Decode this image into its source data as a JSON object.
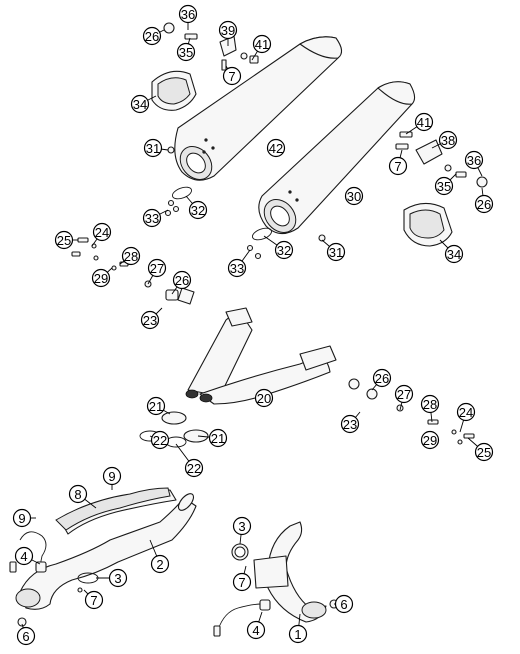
{
  "diagram": {
    "callouts": [
      {
        "id": "c36a",
        "label": "36"
      },
      {
        "id": "c26a",
        "label": "26"
      },
      {
        "id": "c35a",
        "label": "35"
      },
      {
        "id": "c39",
        "label": "39"
      },
      {
        "id": "c41a",
        "label": "41"
      },
      {
        "id": "c7a",
        "label": "7"
      },
      {
        "id": "c34a",
        "label": "34"
      },
      {
        "id": "c31a",
        "label": "31"
      },
      {
        "id": "c42",
        "label": "42"
      },
      {
        "id": "c33a",
        "label": "33"
      },
      {
        "id": "c32a",
        "label": "32"
      },
      {
        "id": "c41b",
        "label": "41"
      },
      {
        "id": "c38",
        "label": "38"
      },
      {
        "id": "c7b",
        "label": "7"
      },
      {
        "id": "c36b",
        "label": "36"
      },
      {
        "id": "c35b",
        "label": "35"
      },
      {
        "id": "c26b",
        "label": "26"
      },
      {
        "id": "c30",
        "label": "30"
      },
      {
        "id": "c25a",
        "label": "25"
      },
      {
        "id": "c24a",
        "label": "24"
      },
      {
        "id": "c28a",
        "label": "28"
      },
      {
        "id": "c29a",
        "label": "29"
      },
      {
        "id": "c27a",
        "label": "27"
      },
      {
        "id": "c26c",
        "label": "26"
      },
      {
        "id": "c23a",
        "label": "23"
      },
      {
        "id": "c33b",
        "label": "33"
      },
      {
        "id": "c32b",
        "label": "32"
      },
      {
        "id": "c31b",
        "label": "31"
      },
      {
        "id": "c34b",
        "label": "34"
      },
      {
        "id": "c20",
        "label": "20"
      },
      {
        "id": "c26d",
        "label": "26"
      },
      {
        "id": "c27b",
        "label": "27"
      },
      {
        "id": "c23b",
        "label": "23"
      },
      {
        "id": "c28b",
        "label": "28"
      },
      {
        "id": "c24b",
        "label": "24"
      },
      {
        "id": "c29b",
        "label": "29"
      },
      {
        "id": "c25b",
        "label": "25"
      },
      {
        "id": "c21a",
        "label": "21"
      },
      {
        "id": "c22a",
        "label": "22"
      },
      {
        "id": "c21b",
        "label": "21"
      },
      {
        "id": "c22b",
        "label": "22"
      },
      {
        "id": "c9a",
        "label": "9"
      },
      {
        "id": "c8",
        "label": "8"
      },
      {
        "id": "c9b",
        "label": "9"
      },
      {
        "id": "c2",
        "label": "2"
      },
      {
        "id": "c4a",
        "label": "4"
      },
      {
        "id": "c3a",
        "label": "3"
      },
      {
        "id": "c7c",
        "label": "7"
      },
      {
        "id": "c6a",
        "label": "6"
      },
      {
        "id": "c3b",
        "label": "3"
      },
      {
        "id": "c7d",
        "label": "7"
      },
      {
        "id": "c6b",
        "label": "6"
      },
      {
        "id": "c4b",
        "label": "4"
      },
      {
        "id": "c1",
        "label": "1"
      }
    ]
  }
}
